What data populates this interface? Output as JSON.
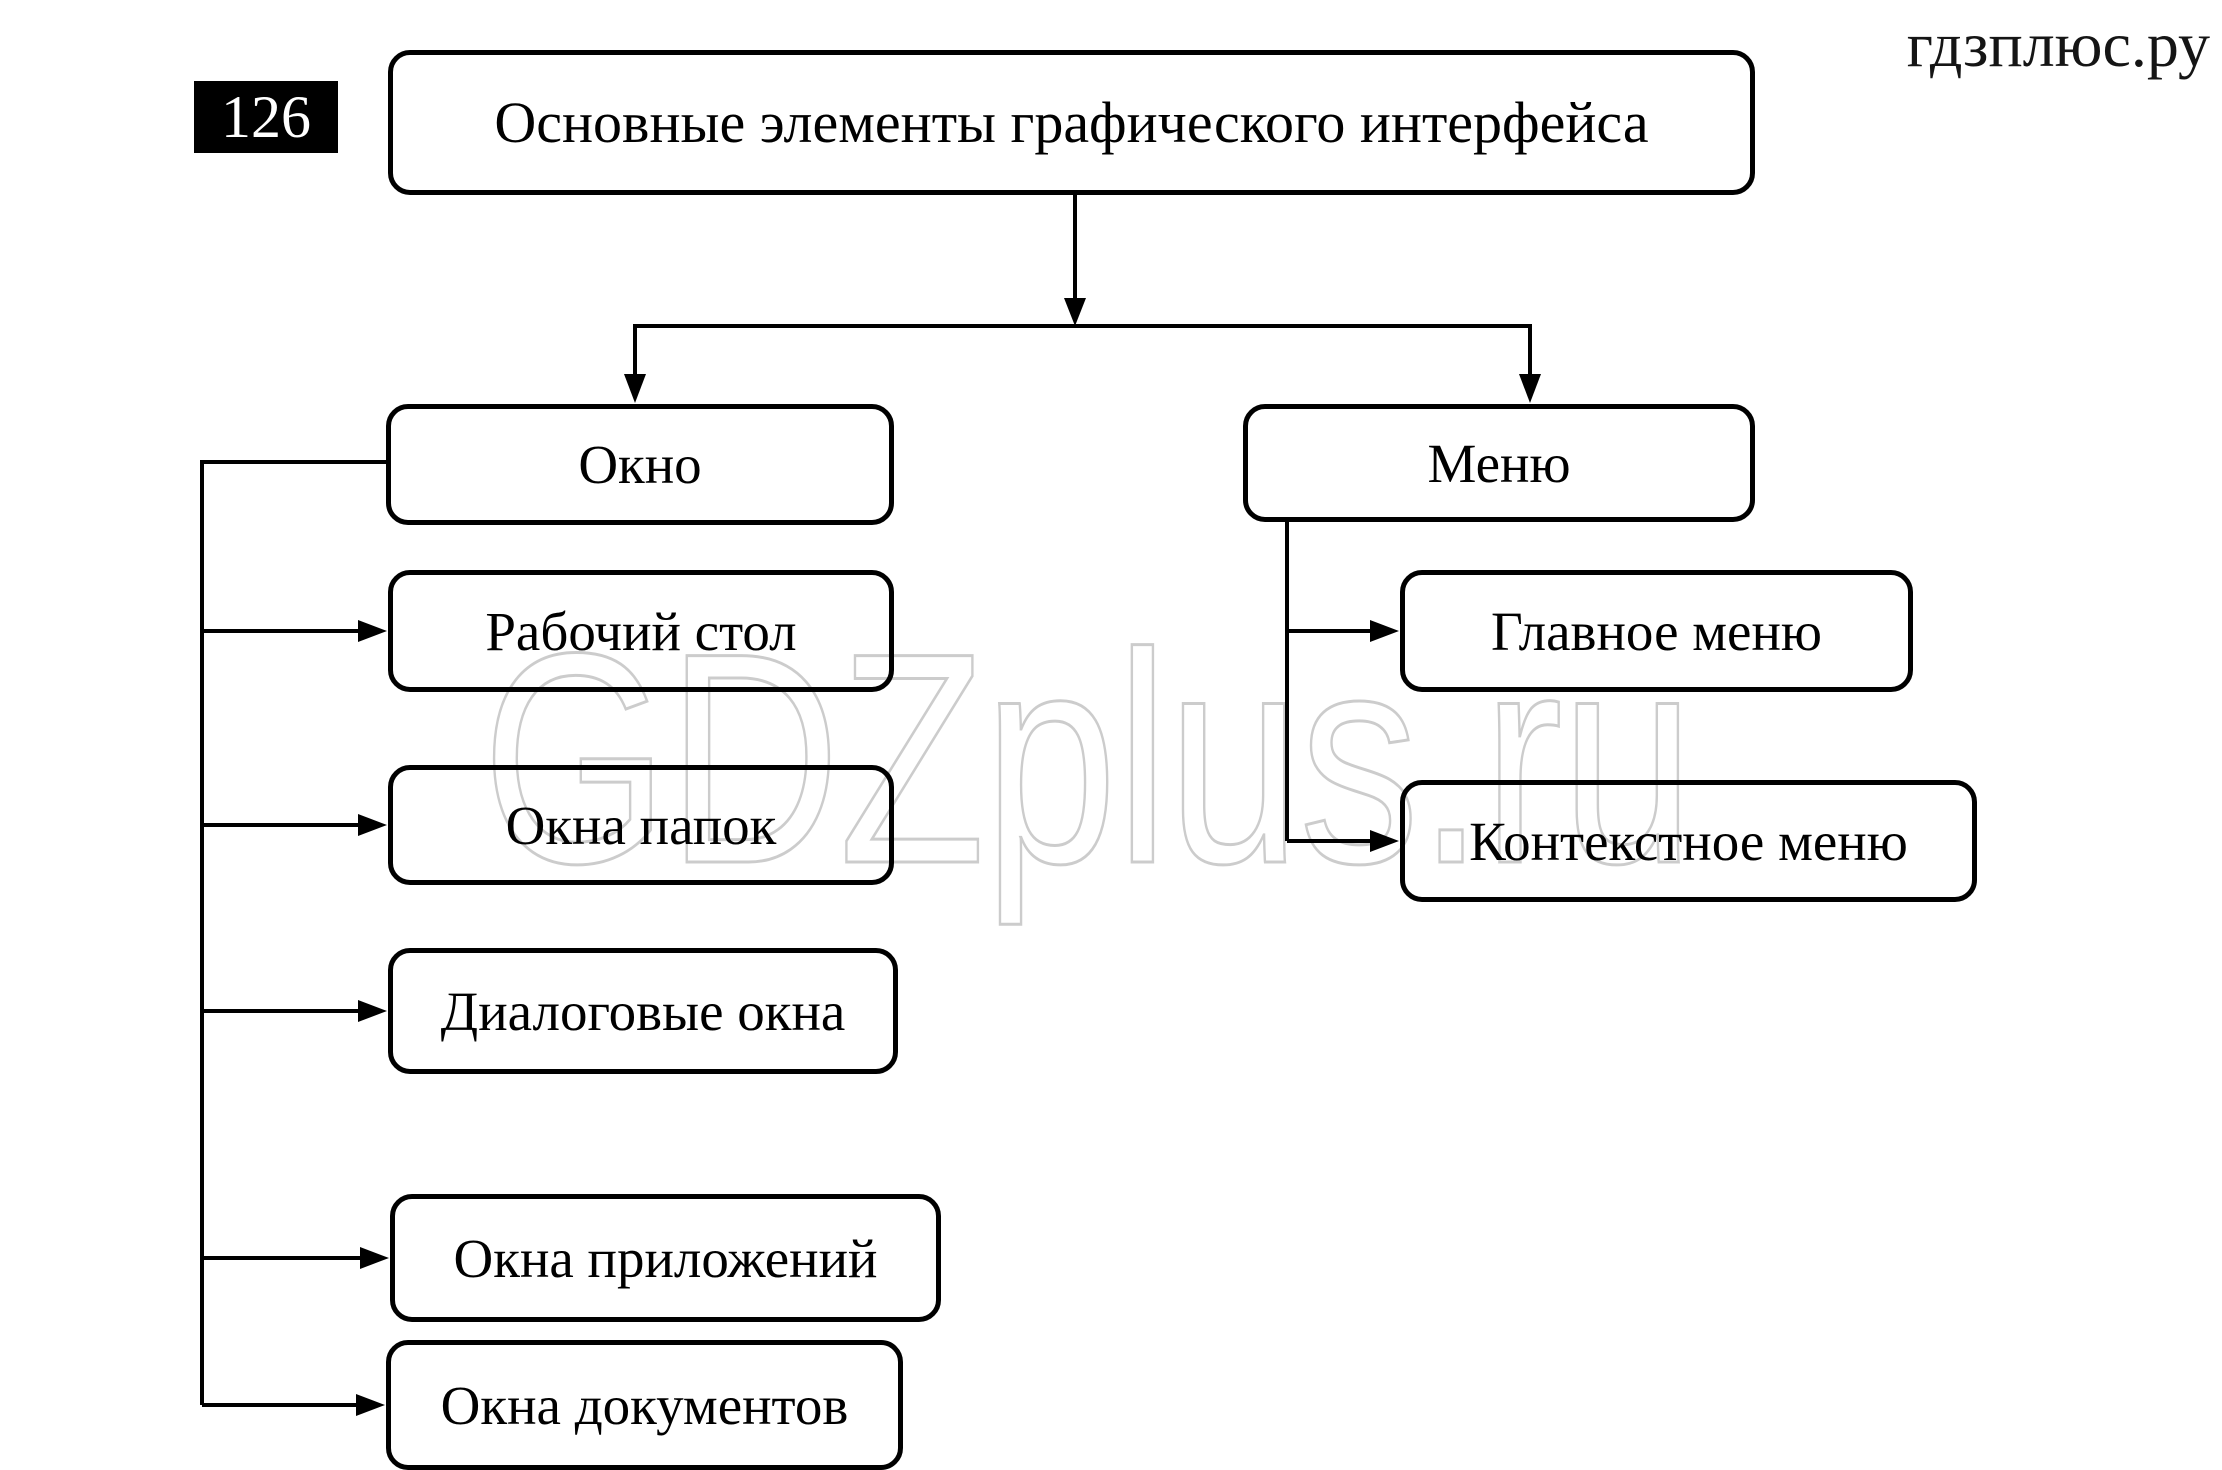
{
  "header": {
    "badge": "126",
    "site": "гдзплюс.ру"
  },
  "watermark": "GDZplus.ru",
  "diagram": {
    "root": {
      "label": "Основные элементы графического интерфейса"
    },
    "branches": [
      {
        "label": "Окно",
        "children": [
          {
            "label": "Рабочий стол"
          },
          {
            "label": "Окна папок"
          },
          {
            "label": "Диалоговые окна"
          },
          {
            "label": "Окна приложений"
          },
          {
            "label": "Окна документов"
          }
        ]
      },
      {
        "label": "Меню",
        "children": [
          {
            "label": "Главное меню"
          },
          {
            "label": "Контекстное меню"
          }
        ]
      }
    ]
  }
}
